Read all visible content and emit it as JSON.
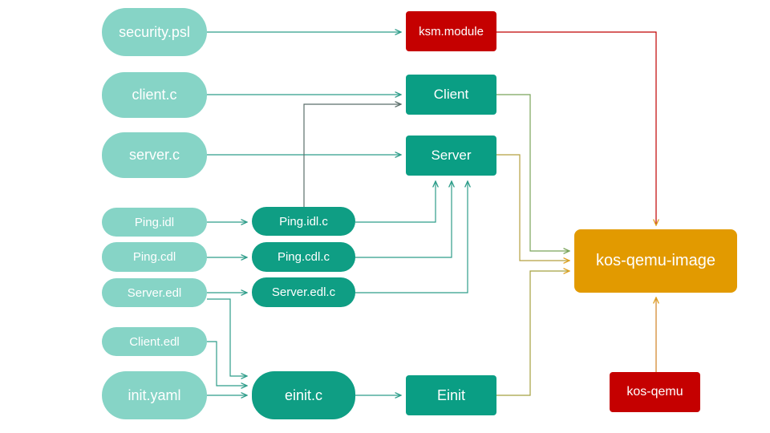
{
  "nodes": {
    "security_psl": "security.psl",
    "client_c": "client.c",
    "server_c": "server.c",
    "ping_idl": "Ping.idl",
    "ping_cdl": "Ping.cdl",
    "server_edl": "Server.edl",
    "client_edl": "Client.edl",
    "init_yaml": "init.yaml",
    "ping_idl_c": "Ping.idl.c",
    "ping_cdl_c": "Ping.cdl.c",
    "server_edl_c": "Server.edl.c",
    "einit_c": "einit.c",
    "ksm_module": "ksm.module",
    "client_bin": "Client",
    "server_bin": "Server",
    "einit_bin": "Einit",
    "kos_qemu_image": "kos-qemu-image",
    "kos_qemu": "kos-qemu"
  },
  "colors": {
    "source": "#86d4c6",
    "generated": "#0f9e84",
    "binary": "#0a9e84",
    "red": "#c50000",
    "image": "#e29a00",
    "arrow_teal": "#2f9d8a",
    "arrow_gray": "#5b6e6a",
    "arrow_green": "#7aa35a",
    "arrow_orange": "#e0a020",
    "arrow_red": "#c00000"
  }
}
